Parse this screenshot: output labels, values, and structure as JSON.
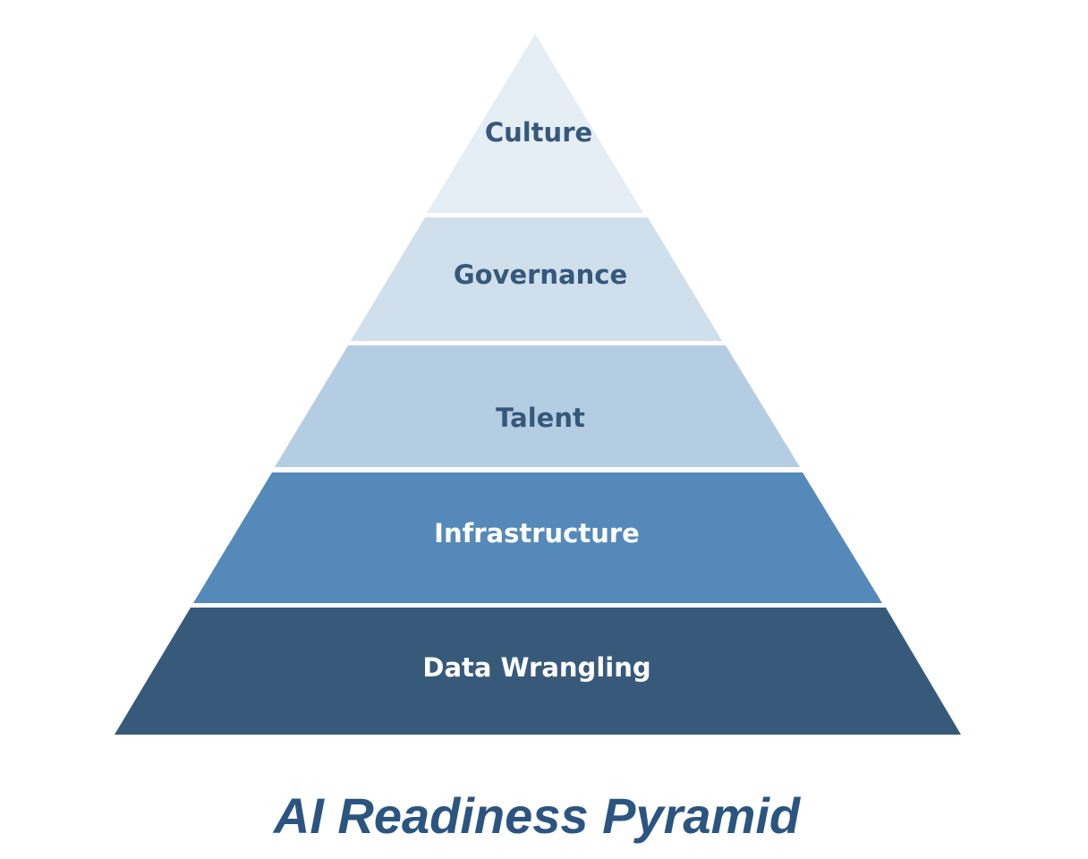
{
  "title": "AI Readiness Pyramid",
  "levels": [
    {
      "label": "Culture",
      "fill": "#E5EDF5",
      "text_color": "#36587A"
    },
    {
      "label": "Governance",
      "fill": "#CFDFEC",
      "text_color": "#36587A"
    },
    {
      "label": "Talent",
      "fill": "#B5CDE3",
      "text_color": "#36587A"
    },
    {
      "label": "Infrastructure",
      "fill": "#5489BA",
      "text_color": "#FFFFFF"
    },
    {
      "label": "Data Wrangling",
      "fill": "#375A7B",
      "text_color": "#FFFFFF"
    }
  ],
  "title_color": "#2B5580"
}
